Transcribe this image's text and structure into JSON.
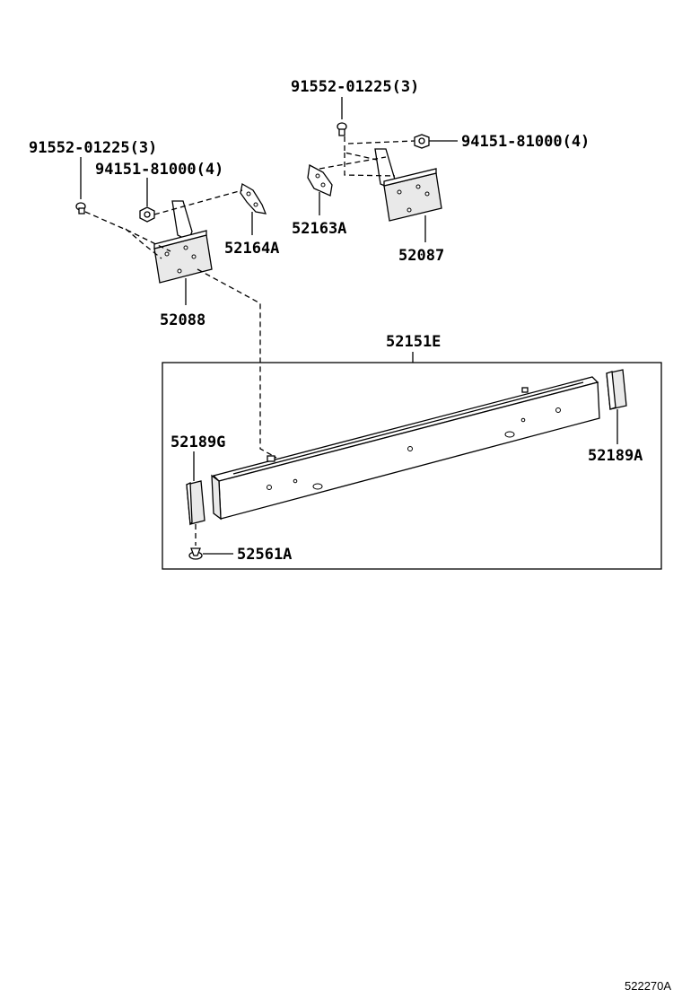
{
  "labels": {
    "bolt_top": "91552-01225(3)",
    "nut_right": "94151-81000(4)",
    "bolt_left": "91552-01225(3)",
    "nut_left": "94151-81000(4)",
    "bracket_small_left": "52164A",
    "bracket_small_right": "52163A",
    "plate_right": "52087",
    "plate_left": "52088",
    "reinforcement_beam": "52151E",
    "spacer_left": "52189G",
    "spacer_right": "52189A",
    "clip": "52561A"
  },
  "figure_id": "522270A"
}
